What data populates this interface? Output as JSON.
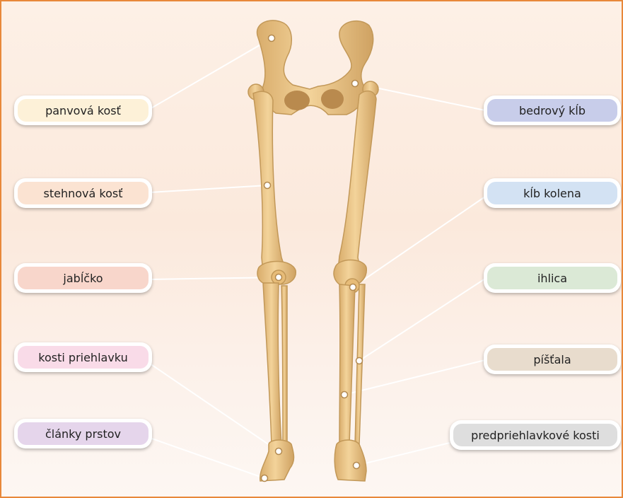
{
  "labels": {
    "pelvis": {
      "text": "panvová kosť",
      "color": "#fdf1d8"
    },
    "femur": {
      "text": "stehnová kosť",
      "color": "#fbe3d2"
    },
    "patella": {
      "text": "jabĺčko",
      "color": "#f8d6cb"
    },
    "metatarsal": {
      "text": "kosti priehlavku",
      "color": "#f9dbe8"
    },
    "phalanges": {
      "text": "články prstov",
      "color": "#e5d5eb"
    },
    "hip": {
      "text": "bedrový kĺb",
      "color": "#c8cdea"
    },
    "knee": {
      "text": "kĺb kolena",
      "color": "#d3e2f3"
    },
    "fibula": {
      "text": "ihlica",
      "color": "#dbe9d6"
    },
    "tibia": {
      "text": "píšťala",
      "color": "#e8dccd"
    },
    "tarsal": {
      "text": "predpriehlavkové kosti",
      "color": "#dedede"
    }
  },
  "colors": {
    "border": "#e8883a",
    "bone": "#efc98a",
    "bone_shadow": "#c9a063",
    "bone_highlight": "#f8e2b8",
    "leader": "#ffffff"
  }
}
